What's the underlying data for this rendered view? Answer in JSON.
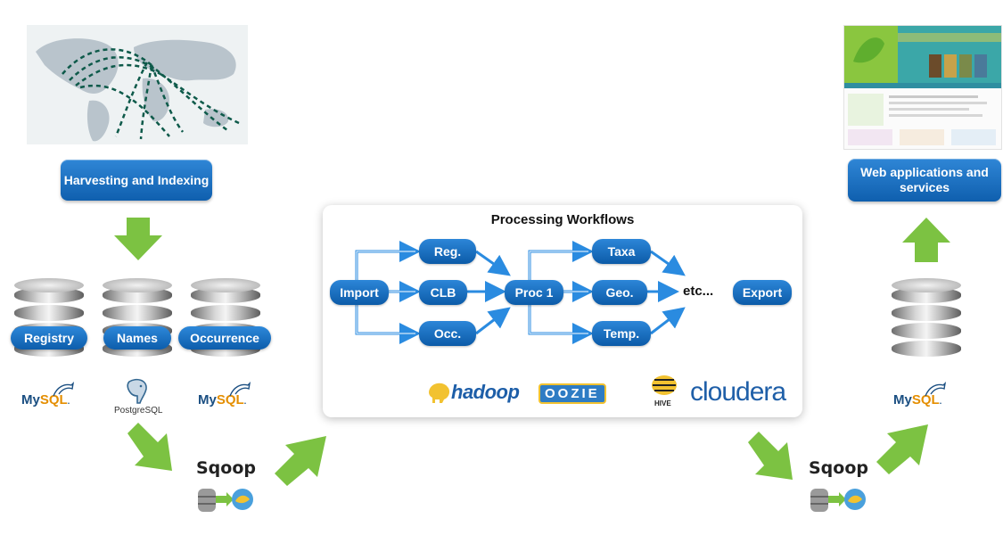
{
  "harvest": {
    "label": "Harvesting and Indexing"
  },
  "webapps": {
    "label": "Web applications and services"
  },
  "databases": [
    {
      "label": "Registry",
      "engine": "MySQL"
    },
    {
      "label": "Names",
      "engine": "PostgreSQL"
    },
    {
      "label": "Occurrence",
      "engine": "MySQL"
    }
  ],
  "postgres": {
    "label": "PostgreSQL"
  },
  "mysql_right": {
    "label": "MySQL"
  },
  "sqoop": {
    "label": "Sqoop"
  },
  "workflow": {
    "title": "Processing Workflows",
    "nodes": {
      "import": "Import",
      "reg": "Reg.",
      "clb": "CLB",
      "occ": "Occ.",
      "proc1": "Proc 1",
      "taxa": "Taxa",
      "geo": "Geo.",
      "temp": "Temp.",
      "etc": "etc...",
      "export": "Export"
    }
  },
  "logos": {
    "hadoop": "hadoop",
    "oozie": "OOZIE",
    "hive": "HIVE",
    "cloudera": "cloudera"
  },
  "colors": {
    "accent_blue": "#1671c6",
    "arrow_green": "#7cc242",
    "flow_blue": "#2a8be0"
  }
}
